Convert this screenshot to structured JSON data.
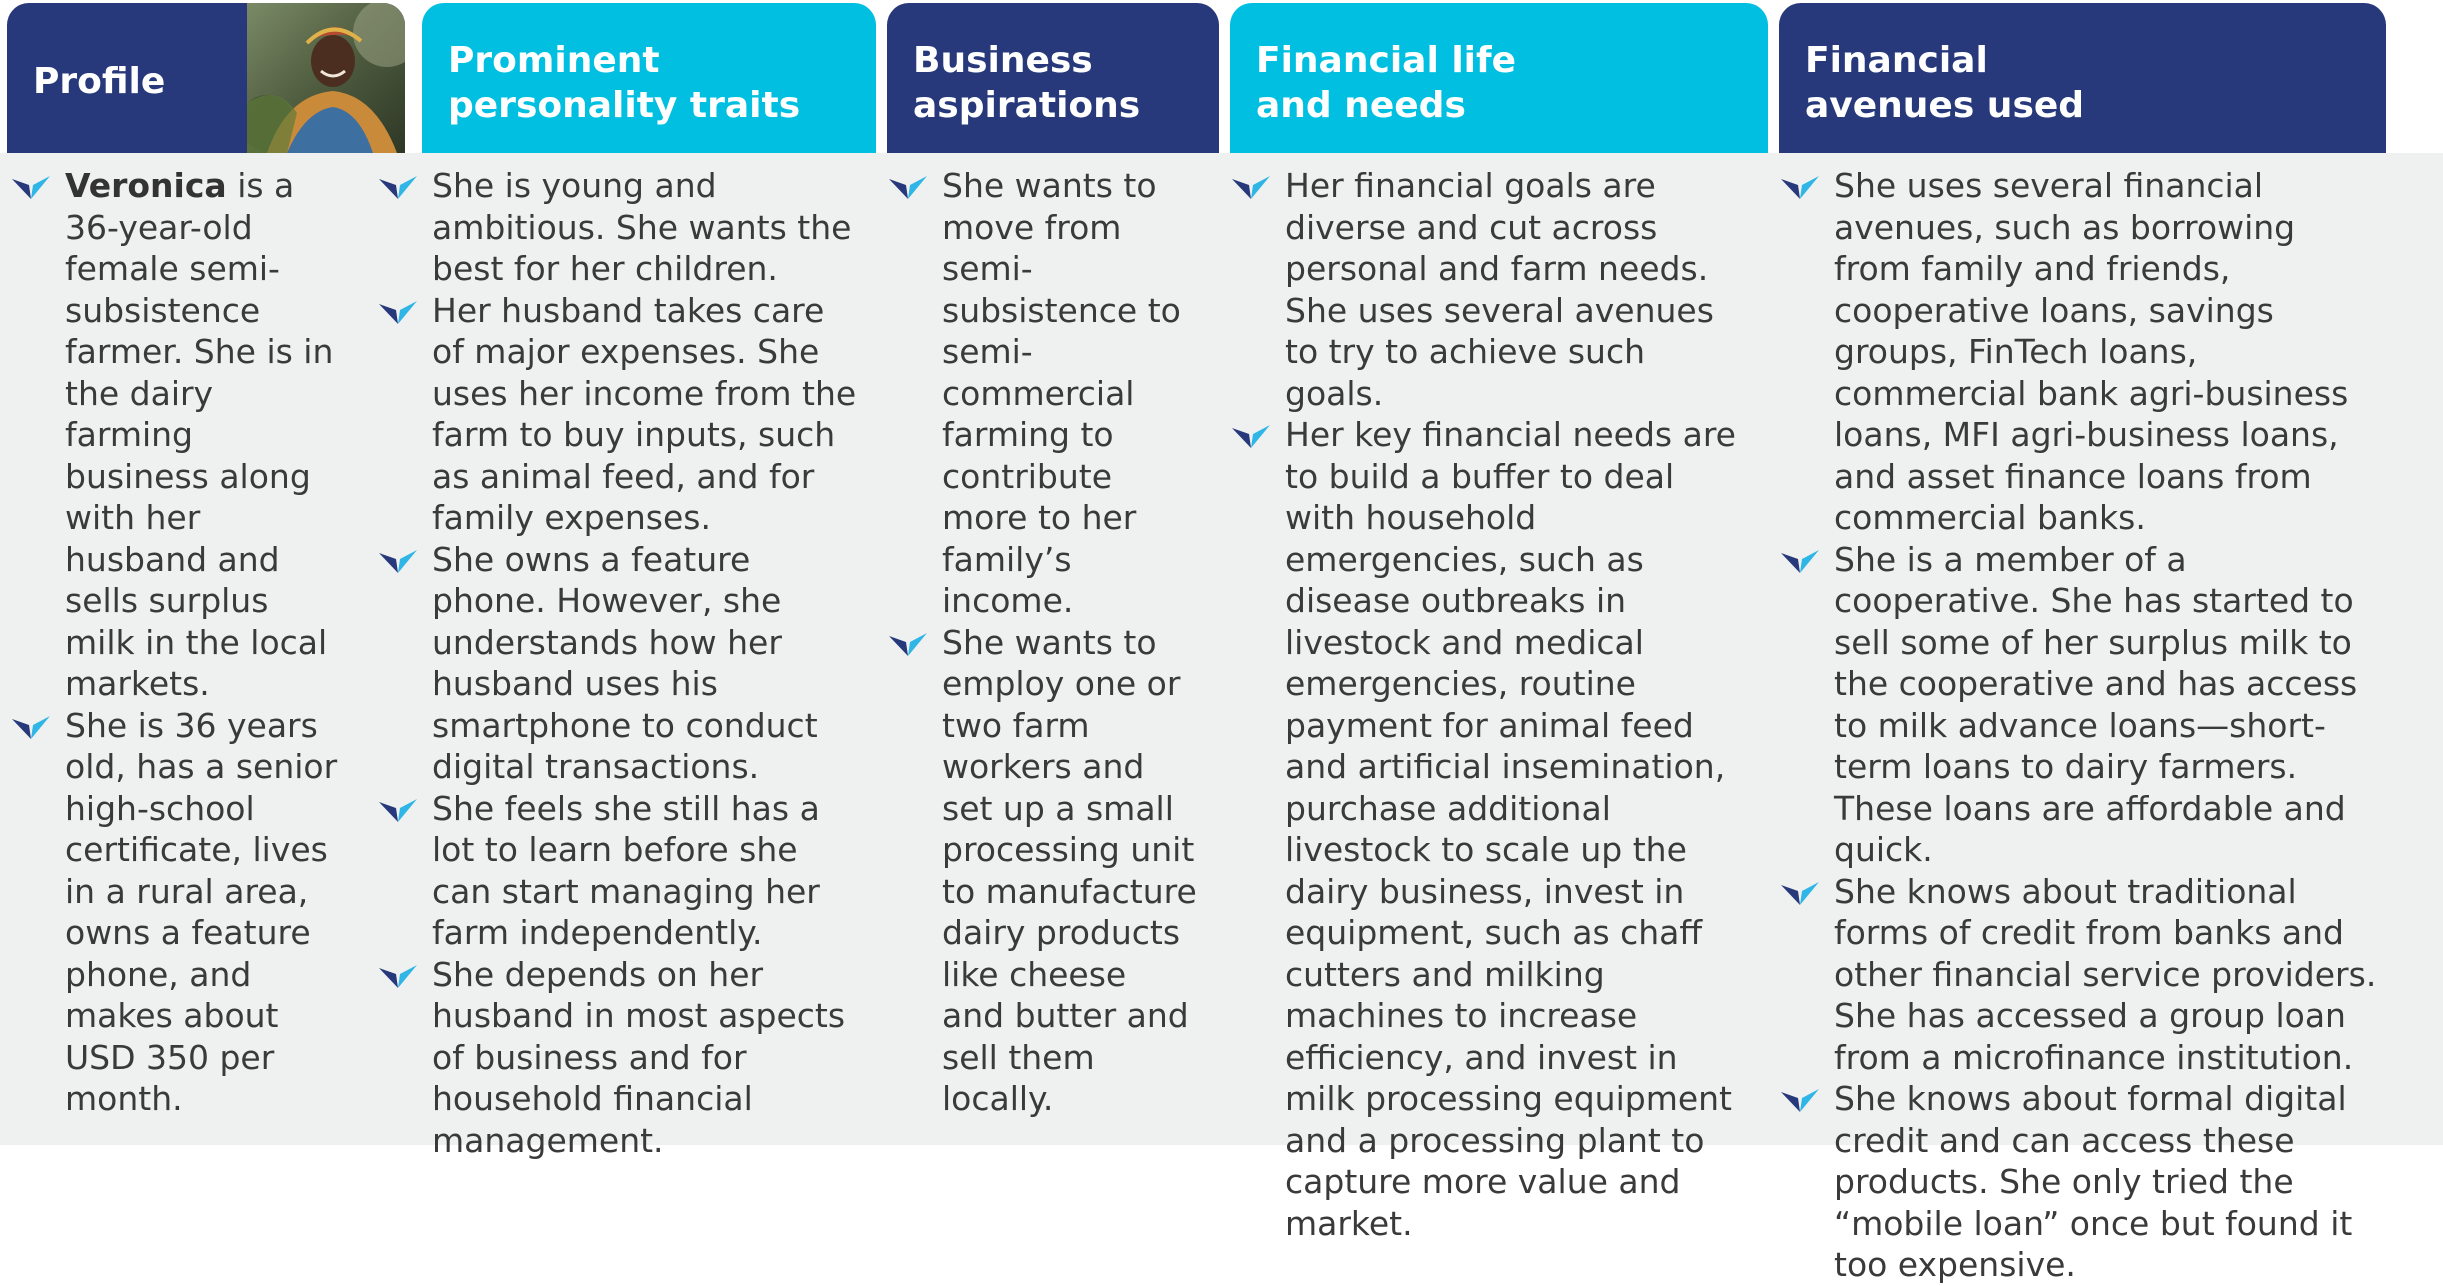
{
  "columns": [
    {
      "title": "Profile",
      "bullets": [
        {
          "name": "Veronica",
          "text": " is a 36-year-old female semi-subsistence farmer. She is in the dairy farming business along with her husband and sells surplus milk in the local markets."
        },
        {
          "text": "She is 36 years old, has a senior high-school certificate, lives in a rural area, owns a feature phone, and makes about USD 350 per month."
        }
      ]
    },
    {
      "title": "Prominent personality traits",
      "bullets": [
        {
          "text": "She is young and ambitious. She wants the best for her children."
        },
        {
          "text": "Her husband takes care of major expenses. She uses her income from the farm to buy inputs, such as animal feed, and for family expenses."
        },
        {
          "text": "She owns a feature phone. However, she understands how her husband uses his smartphone to conduct digital transactions."
        },
        {
          "text": "She feels she still has a lot to learn before she can start managing her farm independently."
        },
        {
          "text": "She depends on her husband in most aspects of business and for household financial management."
        }
      ]
    },
    {
      "title": "Business aspirations",
      "bullets": [
        {
          "text": "She wants to move from semi-subsistence to semi-commercial farming to contribute more to her family’s income."
        },
        {
          "text": "She wants to employ one or two farm workers and set up a small processing unit to manufacture dairy products like cheese and butter and sell them locally."
        }
      ]
    },
    {
      "title": "Financial life and needs",
      "bullets": [
        {
          "text": "Her financial goals are diverse and cut across personal and farm needs. She uses several avenues to try to achieve such goals."
        },
        {
          "text": "Her key financial needs are to build a buffer to deal with household emergencies, such as disease outbreaks in livestock and medical emergencies, routine payment for animal feed and artificial insemination, purchase additional livestock to scale up the dairy business, invest in equipment, such as chaff cutters and milking machines to increase efficiency, and invest in milk processing equipment and a processing plant to capture more value and market."
        }
      ]
    },
    {
      "title": "Financial avenues used",
      "bullets": [
        {
          "text": "She uses several financial avenues, such as borrowing from family and friends, cooperative loans, savings groups, FinTech loans, commercial bank agri-business loans, MFI agri-business loans, and asset finance loans from commercial banks."
        },
        {
          "text": "She is a member of a cooperative. She has started to sell some of her surplus milk to the cooperative and has access to milk advance loans—short-term loans to dairy farmers. These loans are affordable and quick."
        },
        {
          "text": "She knows about traditional forms of credit from banks and other financial service providers. She has accessed a group loan from a microfinance institution."
        },
        {
          "text": "She knows about formal digital credit and can access these products. She only tried the “mobile loan” once but found it too expensive."
        }
      ]
    }
  ],
  "colors": {
    "header_dark": "#27397a",
    "header_cyan": "#00bfe0",
    "bullet_dark": "#27397a",
    "bullet_light": "#2fb6e6",
    "body_bg": "#eff1f0"
  },
  "icons": {
    "bullet": "chevron-bird-bullet-icon",
    "photo": "farmer-portrait-photo"
  }
}
